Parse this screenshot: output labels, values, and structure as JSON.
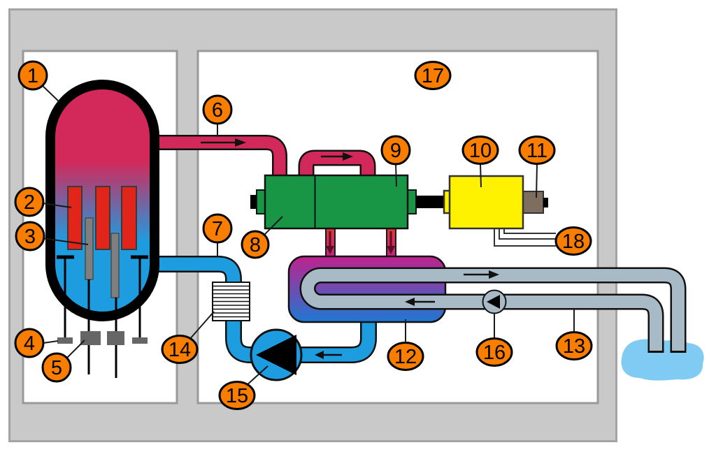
{
  "callouts": [
    "1",
    "2",
    "3",
    "4",
    "5",
    "6",
    "7",
    "8",
    "9",
    "10",
    "11",
    "12",
    "13",
    "14",
    "15",
    "16",
    "17",
    "18"
  ],
  "colors": {
    "badge": "#F97E00",
    "containment_fill": "#C9C9C9",
    "containment_border": "#A3A3A3",
    "room_fill": "#FFFFFF",
    "room_border": "#999999",
    "steam_red": "#D3285A",
    "water_blue": "#1E9CE0",
    "condenser_top": "#C0218E",
    "condenser_bottom": "#1E78D2",
    "drop_red": "#E23A2A",
    "turbine_green": "#189646",
    "generator_yellow": "#FFF200",
    "exciter_brown": "#7D6E60",
    "coolant_gray": "#A9BAC7",
    "pool_blue": "#7FCBF4",
    "fuel_red": "#E1251B",
    "control_rod_gray": "#7F7F7F",
    "drive_gray": "#666666",
    "vessel_outline": "#000000"
  }
}
